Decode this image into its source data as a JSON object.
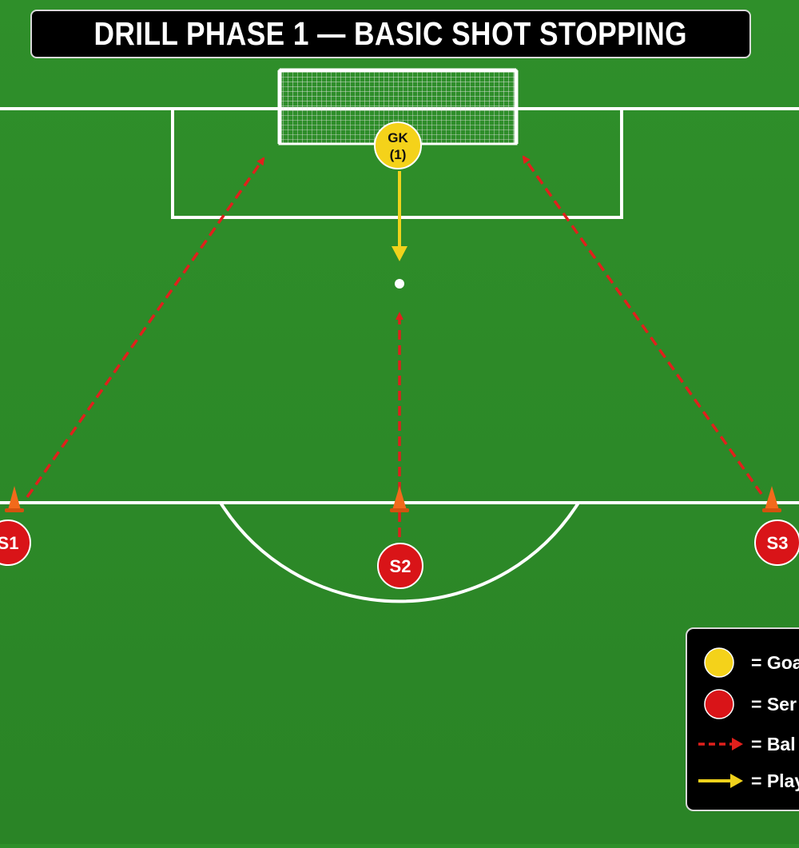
{
  "title": "DRILL PHASE 1 — BASIC SHOT STOPPING",
  "players": {
    "goalkeeper": {
      "label_line1": "GK",
      "label_line2": "(1)"
    },
    "server_1": {
      "label": "S1"
    },
    "server_2": {
      "label": "S2"
    },
    "server_3": {
      "label": "S3"
    }
  },
  "legend": {
    "items": [
      {
        "swatch": "yellow-circle",
        "text": "= Goa"
      },
      {
        "swatch": "red-circle",
        "text": "= Ser"
      },
      {
        "swatch": "red-dashed-arrow",
        "text": "= Bal"
      },
      {
        "swatch": "yellow-arrow",
        "text": "= Play"
      }
    ]
  },
  "colors": {
    "pitch": "#2f8f2a",
    "goalkeeper": "#f4d21a",
    "server": "#d91418",
    "ball_path": "#e0201c",
    "player_movement": "#f0d21c",
    "cone": "#f26a1b",
    "lines": "#ffffff"
  }
}
